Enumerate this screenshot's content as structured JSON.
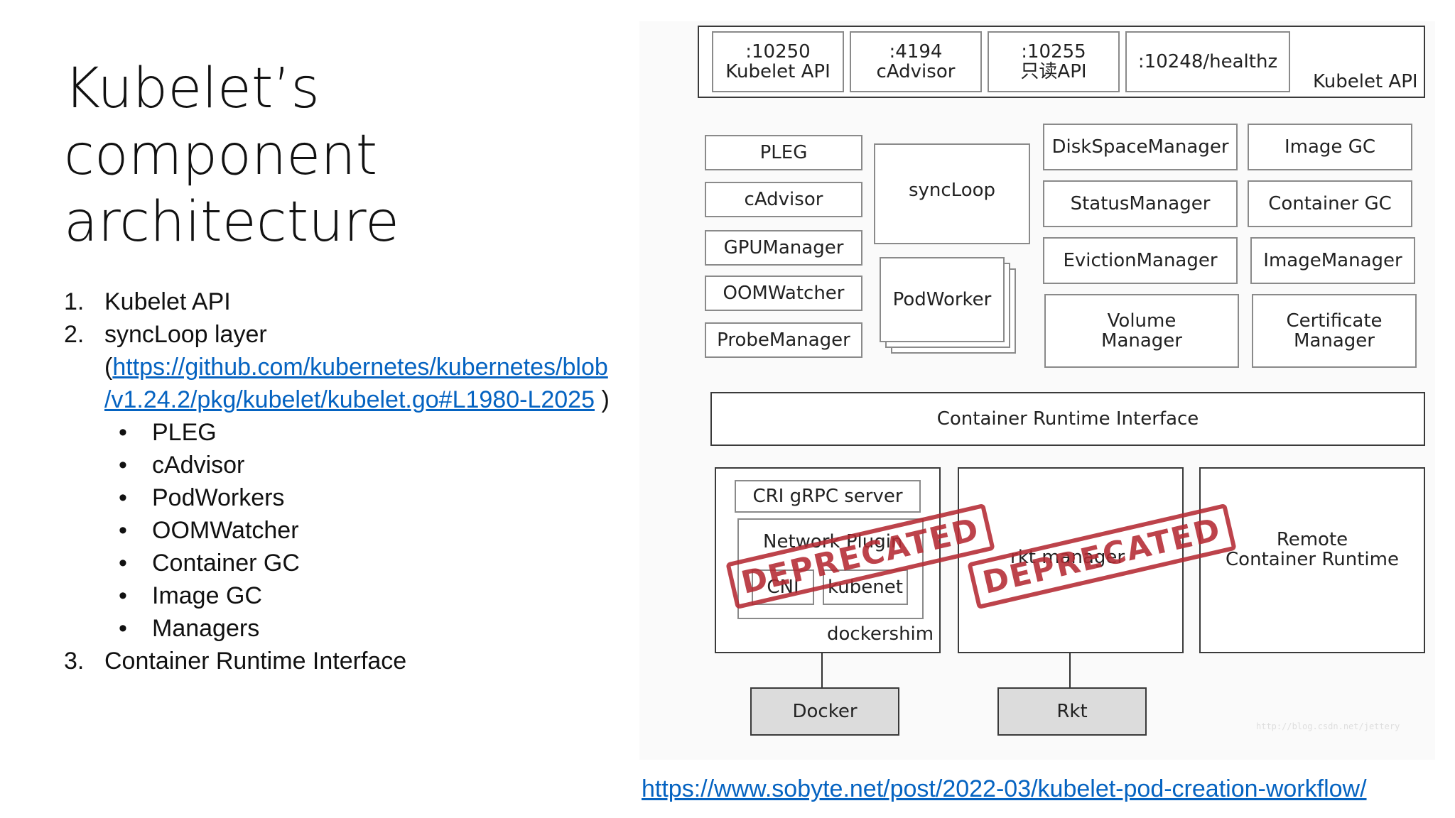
{
  "slide": {
    "title_line1": "Kubelet’s component",
    "title_line2": "architecture",
    "list": {
      "item1_num": "1.",
      "item1": "Kubelet API",
      "item2_num": "2.",
      "item2": "syncLoop layer",
      "item2_paren_open": "(",
      "item2_link_line1": "https://github.com/kubernetes/kubernetes/blob",
      "item2_link_line2": "/v1.24.2/pkg/kubelet/kubelet.go#L1980-L2025",
      "item2_paren_close": " )",
      "bullet": "•",
      "subitems": [
        "PLEG",
        "cAdvisor",
        "PodWorkers",
        "OOMWatcher",
        "Container GC",
        "Image GC",
        "Managers"
      ],
      "item3_num": "3.",
      "item3": "Container Runtime Interface"
    },
    "source_link": "https://www.sobyte.net/post/2022-03/kubelet-pod-creation-workflow/"
  },
  "diagram": {
    "api": {
      "port1": ":10250",
      "port1_name": "Kubelet API",
      "port2": ":4194",
      "port2_name": "cAdvisor",
      "port3": ":10255",
      "port3_name": "只读API",
      "port4": ":10248/healthz",
      "label": "Kubelet API"
    },
    "left_column": [
      "PLEG",
      "cAdvisor",
      "GPUManager",
      "OOMWatcher",
      "ProbeManager"
    ],
    "syncloop": "syncLoop",
    "podworker": "PodWorker",
    "managers": {
      "disk_space": "DiskSpaceManager",
      "image_gc": "Image GC",
      "status": "StatusManager",
      "container_gc": "Container GC",
      "eviction": "EvictionManager",
      "image_manager": "ImageManager",
      "volume_l1": "Volume",
      "volume_l2": "Manager",
      "cert_l1": "Certificate",
      "cert_l2": "Manager"
    },
    "cri": "Container Runtime Interface",
    "dockershim": {
      "cri_grpc": "CRI gRPC server",
      "network_plugin": "Network Plugin",
      "cni": "CNI",
      "kubenet": "kubenet",
      "label": "dockershim"
    },
    "rkt_manager": "rkt manager",
    "remote_l1": "Remote",
    "remote_l2": "Container Runtime",
    "docker": "Docker",
    "rkt": "Rkt",
    "stamp": "DEPRECATED",
    "watermark": "http://blog.csdn.net/jettery"
  },
  "colors": {
    "link": "#0563c1",
    "stamp": "#b52a33",
    "runtime_fill": "#dcdcdc"
  }
}
